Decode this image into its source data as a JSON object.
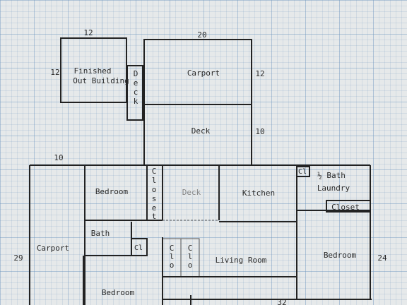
{
  "rooms": {
    "finished_out_building": [
      "Finished",
      "Out Building"
    ],
    "deck_small": [
      "D",
      "e",
      "c",
      "k"
    ],
    "carport_top": "Carport",
    "deck_mid": "Deck",
    "bedroom_top_left": "Bedroom",
    "closet_vertical": [
      "C",
      "l",
      "o",
      "s",
      "e",
      "t"
    ],
    "deck_inner": "Deck",
    "kitchen": "Kitchen",
    "cl_kitchen": "Cl",
    "half_bath": "½ Bath",
    "laundry": "Laundry",
    "closet_right": "Closet",
    "carport_left": "Carport",
    "bath": "Bath",
    "cl_bath": "Cl",
    "clo_1": [
      "C",
      "l",
      "o"
    ],
    "clo_2": [
      "C",
      "l",
      "o"
    ],
    "living_room": "Living Room",
    "bedroom_right": "Bedroom",
    "bedroom_bottom": "Bedroom"
  },
  "dimensions": {
    "outbuilding_width": "12",
    "outbuilding_height": "12",
    "carport_width": "20",
    "carport_height": "12",
    "deck_height": "10",
    "house_top_left": "10",
    "house_left": "29",
    "house_right": "24",
    "house_bottom": "32"
  }
}
